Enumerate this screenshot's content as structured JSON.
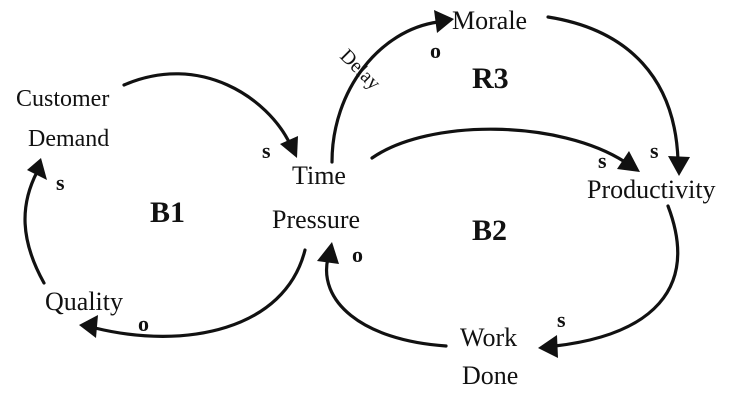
{
  "nodes": {
    "customer_demand_line1": "Customer",
    "customer_demand_line2": "Demand",
    "time_pressure_line1": "Time",
    "time_pressure_line2": "Pressure",
    "morale": "Morale",
    "productivity": "Productivity",
    "quality": "Quality",
    "work_done_line1": "Work",
    "work_done_line2": "Done"
  },
  "loops": {
    "b1": "B1",
    "b2": "B2",
    "r3": "R3"
  },
  "polarities": {
    "demand_to_pressure": "s",
    "quality_to_demand": "s",
    "pressure_to_quality": "o",
    "pressure_to_morale": "o",
    "morale_to_productivity": "s",
    "pressure_to_productivity": "s",
    "productivity_to_work_done": "s",
    "work_done_to_pressure": "o"
  },
  "delay_label": "Delay"
}
